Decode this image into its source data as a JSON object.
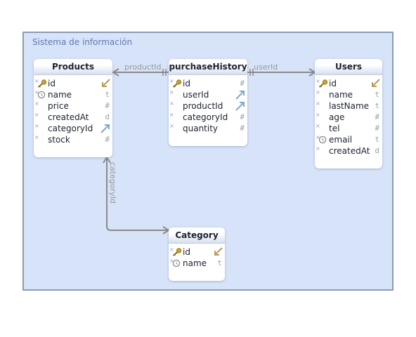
{
  "group": {
    "title": "Sistema de información"
  },
  "tables": {
    "products": {
      "title": "Products",
      "fields": [
        {
          "name": "id",
          "type": ""
        },
        {
          "name": "name",
          "type": "t"
        },
        {
          "name": "price",
          "type": "#"
        },
        {
          "name": "createdAt",
          "type": "d"
        },
        {
          "name": "categoryId",
          "type": ""
        },
        {
          "name": "stock",
          "type": "#"
        }
      ]
    },
    "purchaseHistory": {
      "title": "purchaseHistory",
      "fields": [
        {
          "name": "id",
          "type": "#"
        },
        {
          "name": "userId",
          "type": ""
        },
        {
          "name": "productId",
          "type": ""
        },
        {
          "name": "categoryId",
          "type": "#"
        },
        {
          "name": "quantity",
          "type": "#"
        }
      ]
    },
    "users": {
      "title": "Users",
      "fields": [
        {
          "name": "id",
          "type": ""
        },
        {
          "name": "name",
          "type": "t"
        },
        {
          "name": "lastName",
          "type": "t"
        },
        {
          "name": "age",
          "type": "#"
        },
        {
          "name": "tel",
          "type": "#"
        },
        {
          "name": "email",
          "type": "t"
        },
        {
          "name": "createdAt",
          "type": "d"
        }
      ]
    },
    "category": {
      "title": "Category",
      "fields": [
        {
          "name": "id",
          "type": ""
        },
        {
          "name": "name",
          "type": "t"
        }
      ]
    }
  },
  "relations": {
    "productId": "productId",
    "userId": "userId",
    "categoryId": "categoryId"
  },
  "colors": {
    "key": "#c9a227",
    "link_marker": "#7fa8cc",
    "pk_marker": "#b89a5a",
    "edge": "#8a8a8a"
  }
}
